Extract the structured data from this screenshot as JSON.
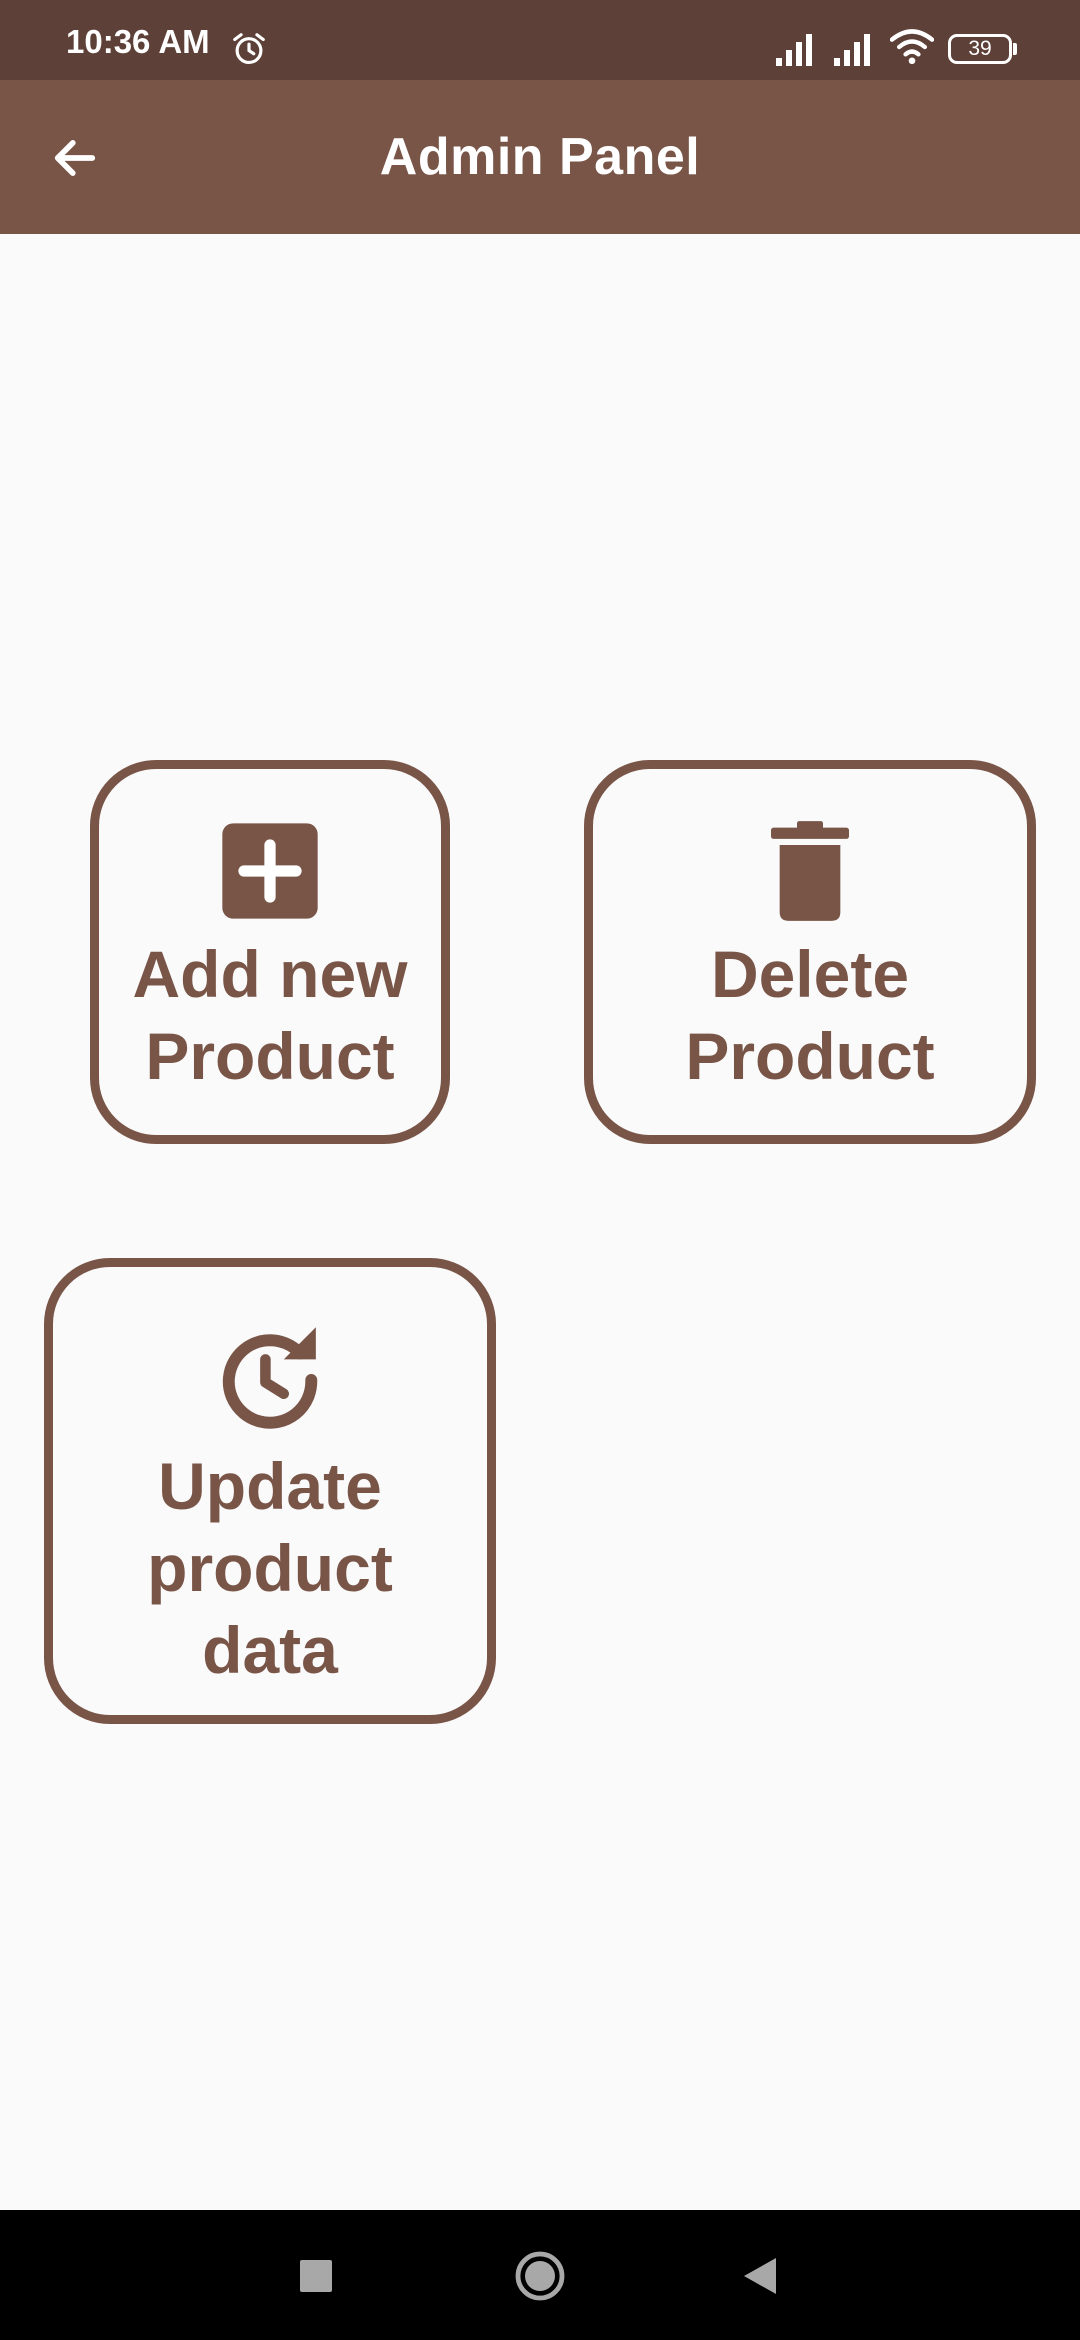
{
  "status_bar": {
    "time": "10:36 AM",
    "battery_level": "39",
    "icons": [
      "alarm-icon",
      "signal-icon",
      "signal-icon",
      "wifi-icon",
      "battery-icon"
    ]
  },
  "app_bar": {
    "title": "Admin Panel",
    "back_icon": "arrow-left-icon"
  },
  "actions": {
    "add_product": {
      "label": "Add new\nProduct",
      "icon": "add-box-icon"
    },
    "delete_product": {
      "label": "Delete\nProduct",
      "icon": "trash-icon"
    },
    "update_product": {
      "label": "Update\nproduct\ndata",
      "icon": "update-clock-icon"
    }
  },
  "nav_bar": {
    "icons": [
      "recent-apps-icon",
      "home-icon",
      "back-icon"
    ]
  },
  "colors": {
    "status_bar": "#5d4037",
    "primary": "#795548",
    "background": "#fafafa",
    "nav_bar": "#000000"
  }
}
